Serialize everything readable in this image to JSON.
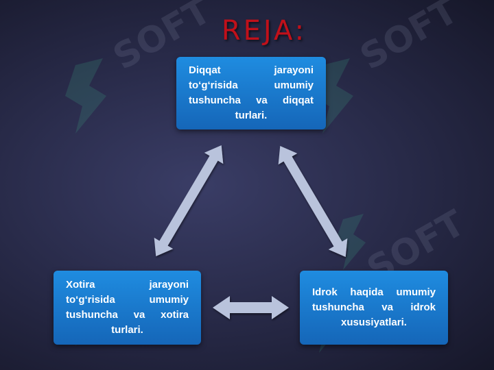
{
  "slide": {
    "title": "REJA:",
    "watermark": "SOFT"
  },
  "diagram": {
    "top_box": "Diqqat jarayoni to‘g‘risida umumiy tushuncha va diqqat turlari.",
    "left_box": "Xotira jarayoni to‘g‘risida umumiy tushuncha va xotira turlari.",
    "right_box": "Idrok haqida umumiy tushuncha va idrok xususiyatlari."
  },
  "colors": {
    "title": "#c0101a",
    "box": "#1a78cf",
    "arrow": "#b9c3dc",
    "background": "#262845"
  }
}
